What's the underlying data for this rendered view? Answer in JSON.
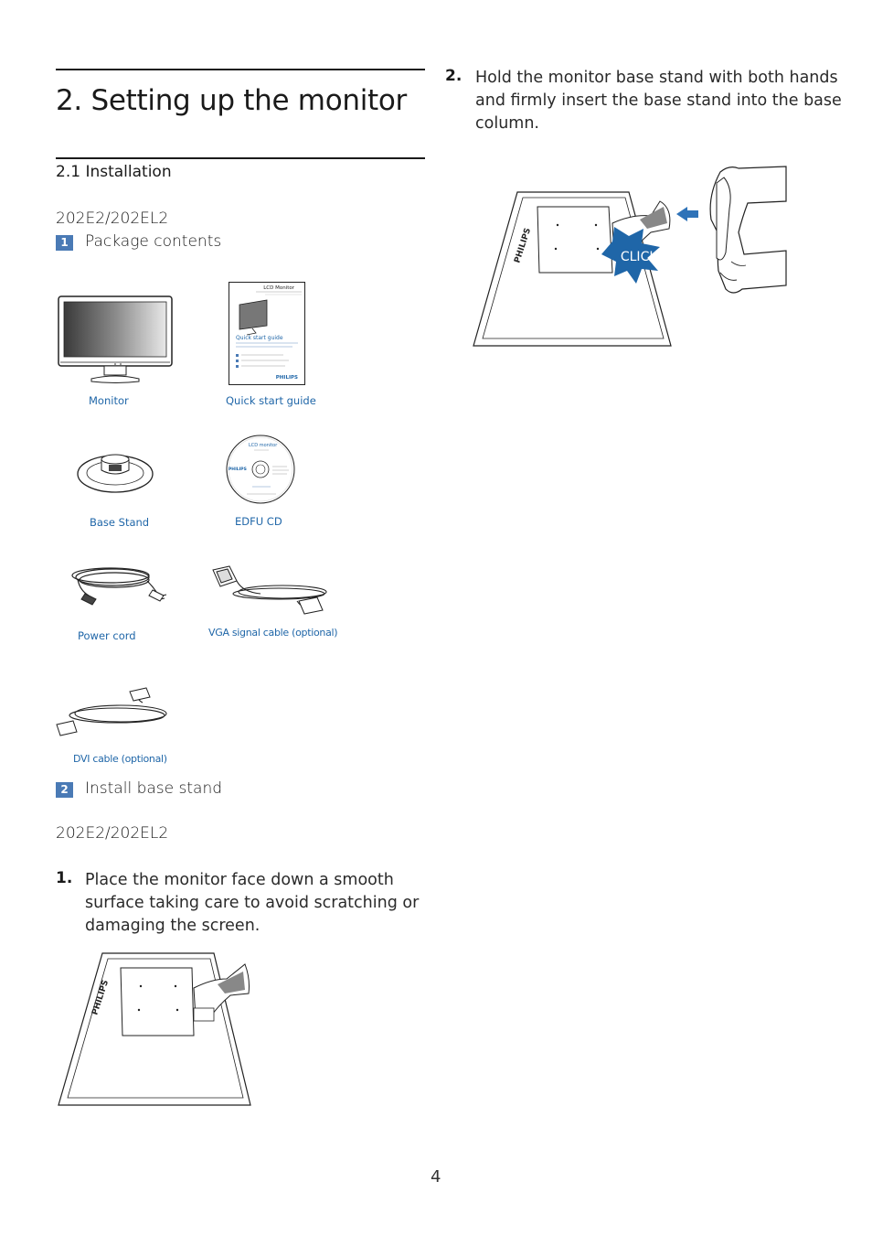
{
  "heading": {
    "title": "2. Setting up the monitor",
    "section": "2.1 Installation"
  },
  "package": {
    "model": "202E2/202EL2",
    "badge": "1",
    "title": "Package contents",
    "items": {
      "monitor": "Monitor",
      "quick_start_guide": "Quick start guide",
      "base_stand": "Base Stand",
      "edfu_cd": "EDFU CD",
      "power_cord": "Power cord",
      "vga_cable": "VGA signal cable (optional)",
      "dvi_cable": "DVI cable (optional)"
    },
    "guide_cover": {
      "title": "LCD Monitor",
      "subtitle": "Quick start guide",
      "brand": "PHILIPS"
    },
    "cd_label": {
      "title": "LCD monitor",
      "brand": "PHILIPS"
    }
  },
  "install": {
    "badge": "2",
    "title": "Install base stand",
    "model": "202E2/202EL2",
    "steps": [
      {
        "number": "1.",
        "text_lines": [
          "Place the monitor face down a smooth",
          "surface taking care to avoid scratching or",
          "damaging the screen."
        ]
      },
      {
        "number": "2.",
        "text_lines": [
          "Hold the monitor base stand with both hands",
          "and firmly insert the base stand into the base",
          "column."
        ]
      }
    ],
    "click_label": "CLICK!",
    "brand": "PHILIPS"
  },
  "colors": {
    "accent_blue": "#1f66a8",
    "badge_blue": "#4a7ab5",
    "arrow_blue": "#2f73b8"
  },
  "page_number": "4"
}
